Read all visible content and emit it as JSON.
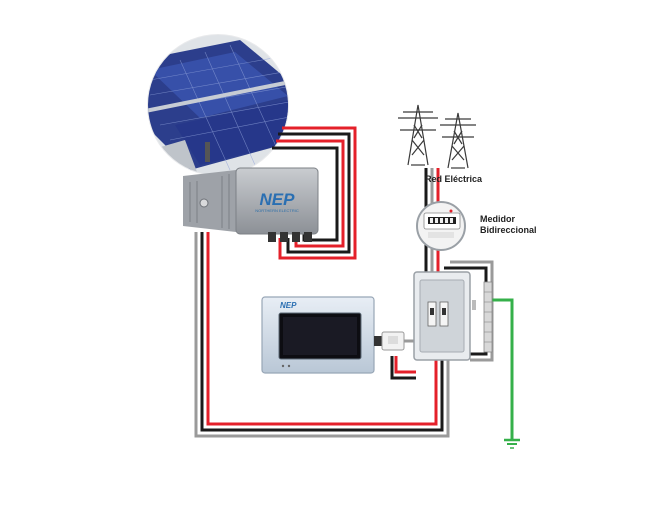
{
  "labels": {
    "grid": "Red Eléctrica",
    "meter_line1": "Medidor",
    "meter_line2": "Bidireccional"
  },
  "inverter": {
    "brand": "NEP",
    "subtitle": "NORTHERN ELECTRIC"
  },
  "monitor": {
    "brand": "NEP"
  },
  "colors": {
    "positive_wire": "#e4202a",
    "negative_wire": "#1a1a1a",
    "neutral_wire": "#9a9a9a",
    "ground_wire": "#35b04a",
    "nep_brand": "#2a6fb2"
  }
}
